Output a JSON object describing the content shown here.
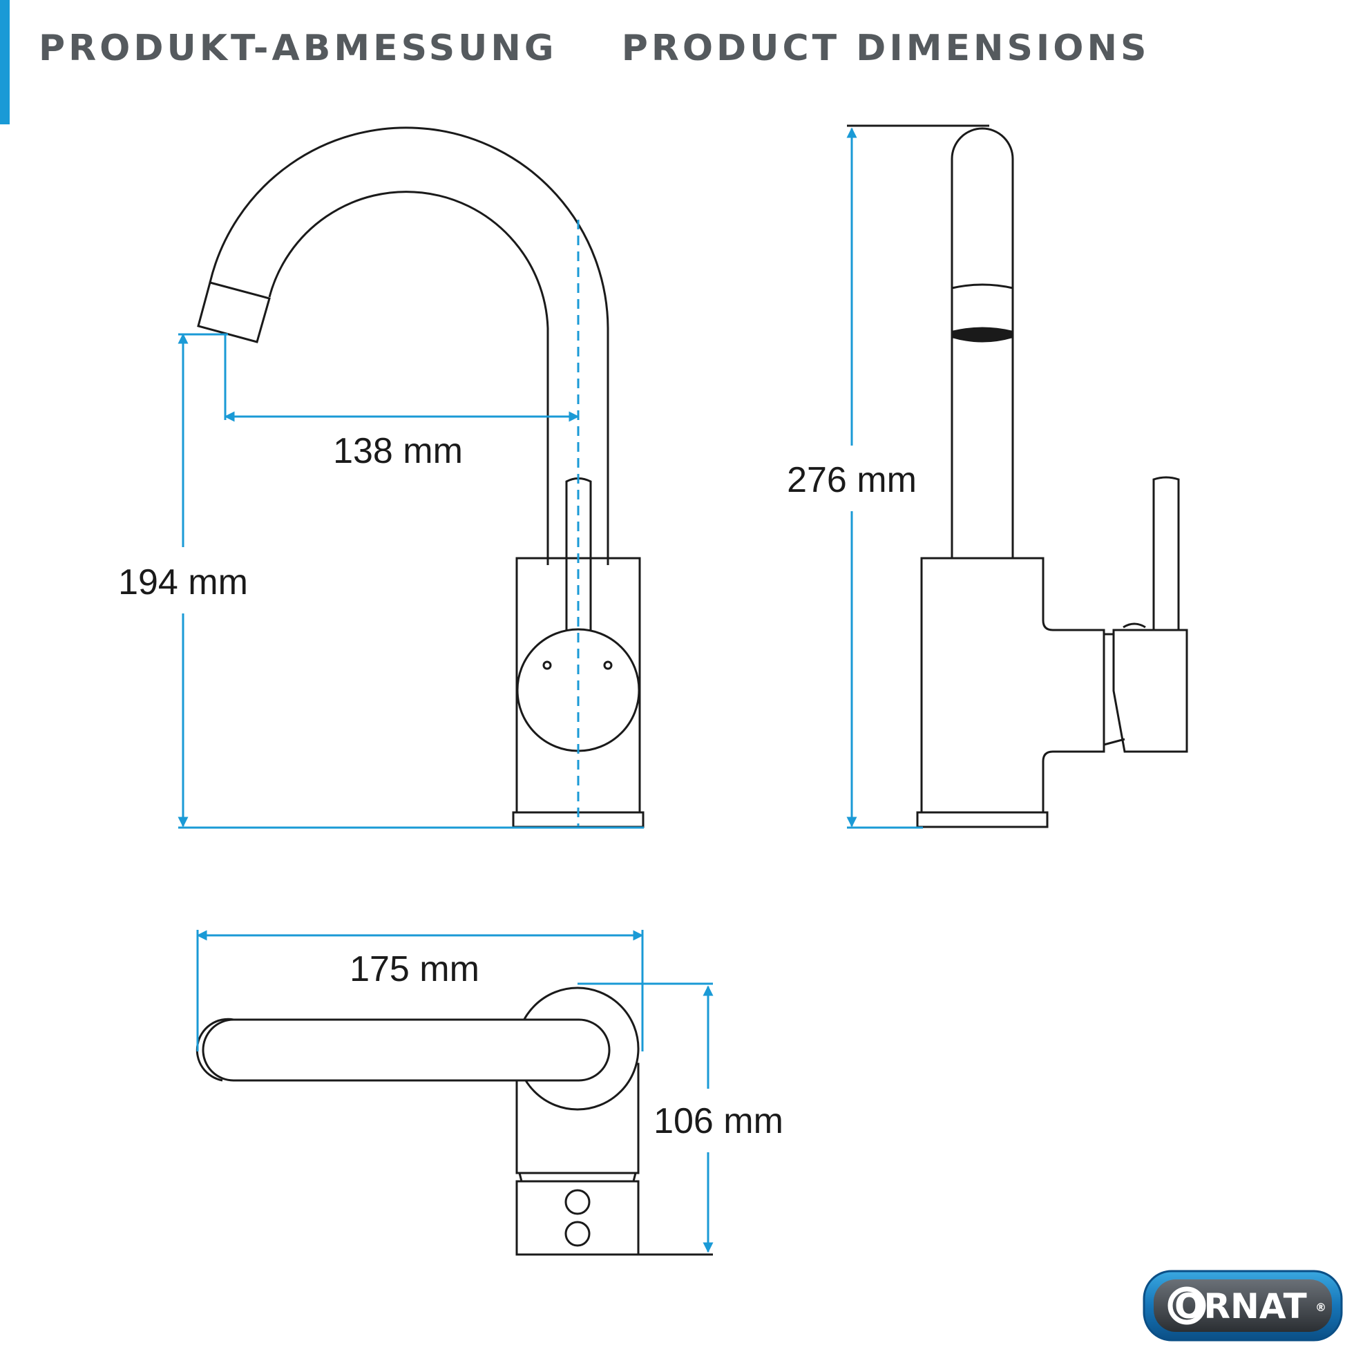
{
  "header": {
    "title_de": "PRODUKT-ABMESSUNG",
    "title_en": "PRODUCT DIMENSIONS"
  },
  "dimensions": {
    "spout_reach": "138 mm",
    "spout_height": "194 mm",
    "total_height": "276 mm",
    "total_length": "175 mm",
    "base_depth": "106 mm"
  },
  "brand": {
    "logo_text": "ORNAT",
    "registered": "®"
  },
  "colors": {
    "accent": "#1a9ad6",
    "line": "#1a1a1a",
    "header_text": "#555a5e"
  }
}
